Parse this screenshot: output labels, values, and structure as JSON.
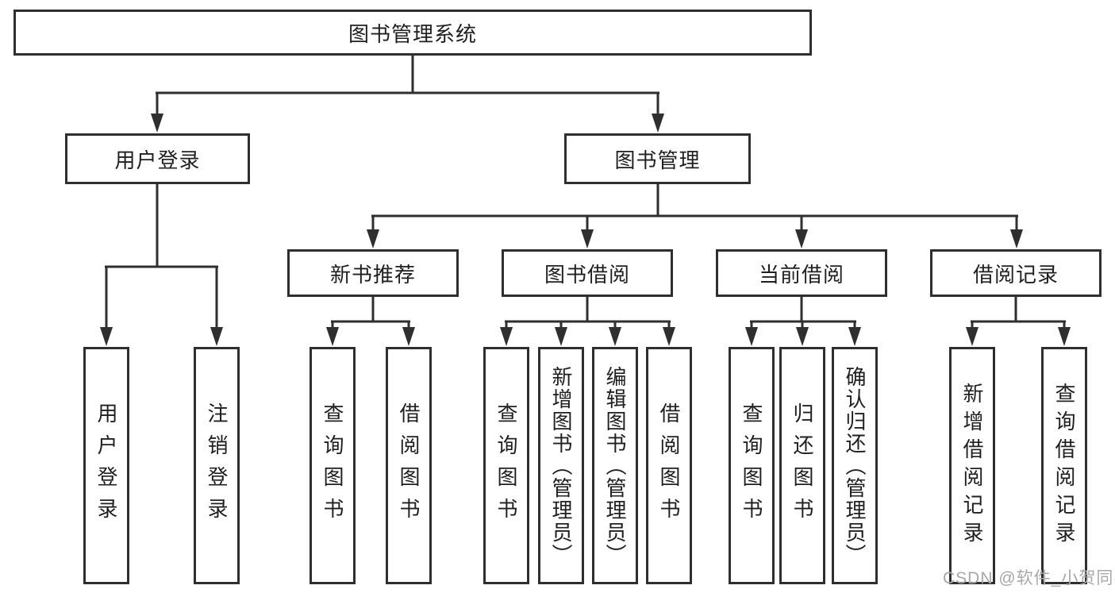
{
  "colors": {
    "line": "#2f2f2f",
    "text": "#1f1f1f",
    "box_background": "#ffffff",
    "page_background": "#ffffff",
    "watermark": "#a8a8a8"
  },
  "watermark": {
    "text": "CSDN @软件_小贺同学"
  },
  "tree": {
    "label": "图书管理系统",
    "children": [
      {
        "label": "用户登录",
        "children": [
          {
            "label": "用户登录"
          },
          {
            "label": "注销登录"
          }
        ]
      },
      {
        "label": "图书管理",
        "children": [
          {
            "label": "新书推荐",
            "children": [
              {
                "label": "查询图书"
              },
              {
                "label": "借阅图书"
              }
            ]
          },
          {
            "label": "图书借阅",
            "children": [
              {
                "label": "查询图书"
              },
              {
                "label": "新增图书（管理员）"
              },
              {
                "label": "编辑图书（管理员）"
              },
              {
                "label": "借阅图书"
              }
            ]
          },
          {
            "label": "当前借阅",
            "children": [
              {
                "label": "查询图书"
              },
              {
                "label": "归还图书"
              },
              {
                "label": "确认归还（管理员）"
              }
            ]
          },
          {
            "label": "借阅记录",
            "children": [
              {
                "label": "新增借阅记录"
              },
              {
                "label": "查询借阅记录"
              }
            ]
          }
        ]
      }
    ]
  }
}
